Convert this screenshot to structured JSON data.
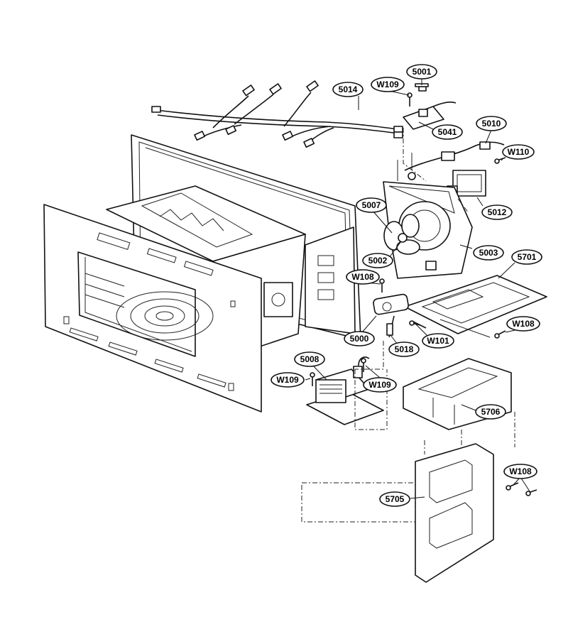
{
  "labels": {
    "p5001": "5001",
    "w109_top": "W109",
    "p5014": "5014",
    "p5041": "5041",
    "p5010": "5010",
    "w110": "W110",
    "p5012": "5012",
    "p5007": "5007",
    "p5003": "5003",
    "p5701": "5701",
    "p5002": "5002",
    "w108_mid": "W108",
    "p5000": "5000",
    "p5018": "5018",
    "w101": "W101",
    "w108_right": "W108",
    "p5008": "5008",
    "w109_left": "W109",
    "w109_right": "W109",
    "p5706": "5706",
    "w108_bottom": "W108",
    "p5705": "5705"
  }
}
